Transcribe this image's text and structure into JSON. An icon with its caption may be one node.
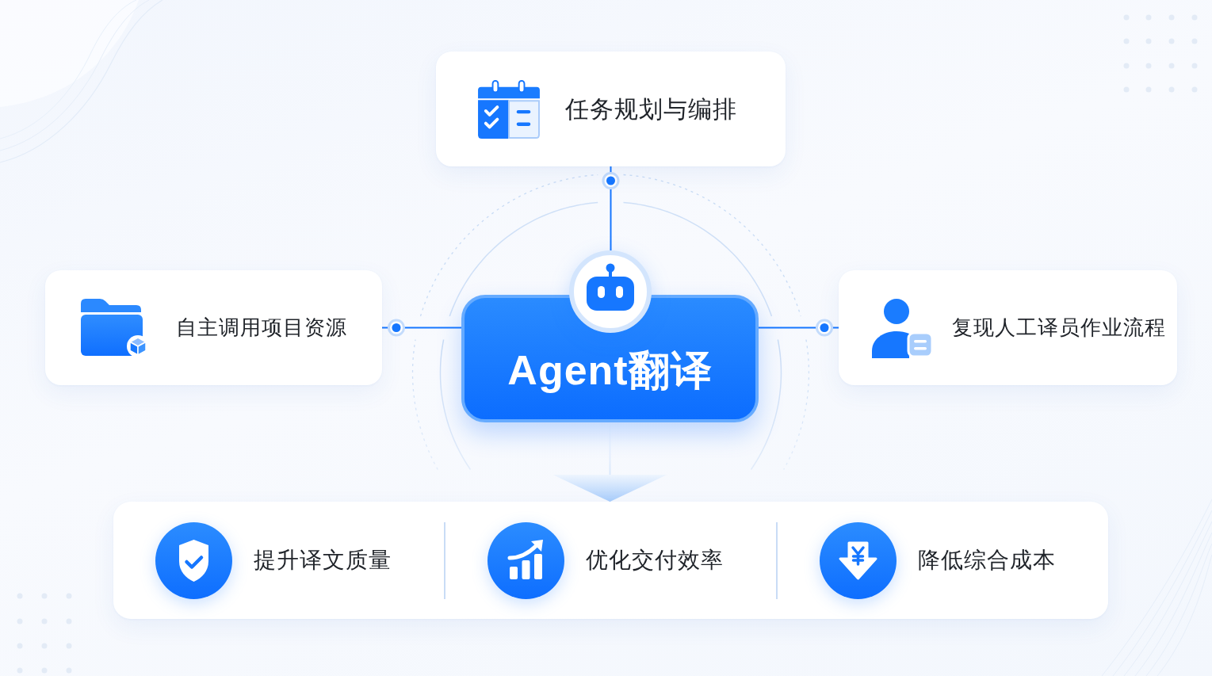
{
  "diagram": {
    "nodes": [
      {
        "text": [
          "任务规划与编排"
        ]
      },
      {
        "text": [
          "自主调用项目资源"
        ]
      },
      {
        "text": [
          "Agent翻译"
        ]
      },
      {
        "text": [
          "复现人工译员作业流程"
        ]
      },
      {
        "text": [
          "提升译文质量",
          "优化交付效率",
          "降低综合成本"
        ]
      }
    ],
    "edges": [
      {
        "from": 0,
        "to": 2,
        "arrow": "other"
      },
      {
        "from": 1,
        "to": 2,
        "arrow": "other"
      },
      {
        "from": 3,
        "to": 2,
        "arrow": "other"
      },
      {
        "from": 2,
        "to": 4,
        "arrow": "to"
      }
    ]
  }
}
